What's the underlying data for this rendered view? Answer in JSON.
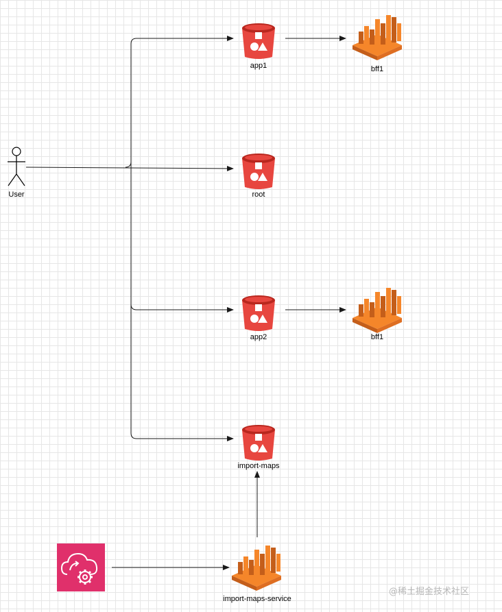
{
  "nodes": {
    "user": {
      "label": "User"
    },
    "app1": {
      "label": "app1"
    },
    "root": {
      "label": "root"
    },
    "app2": {
      "label": "app2"
    },
    "import_maps": {
      "label": "import-maps"
    },
    "bff1_top": {
      "label": "bff1"
    },
    "bff1_mid": {
      "label": "bff1"
    },
    "import_maps_service": {
      "label": "import-maps-service"
    }
  },
  "watermark": "@稀土掘金技术社区",
  "colors": {
    "bucket": "#e7463f",
    "bucket_dark": "#b8271e",
    "cluster": "#f5862a",
    "cluster_dark": "#c45e1a",
    "cloud_tile": "#e0306b",
    "line": "#1a1a1a"
  },
  "icons": {
    "actor": "stick-figure-icon",
    "bucket": "s3-bucket-icon",
    "cluster": "emr-cluster-icon",
    "cloud": "cloud-gear-icon"
  }
}
